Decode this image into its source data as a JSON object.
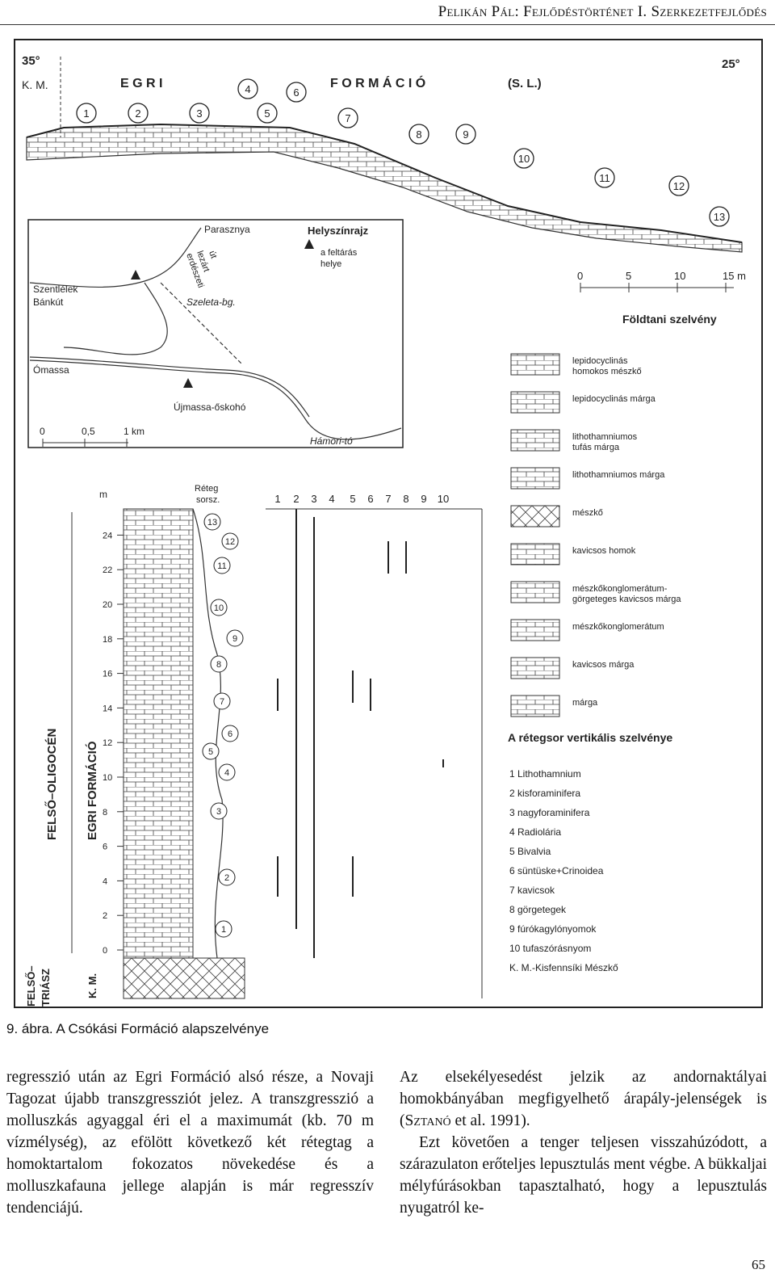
{
  "header": {
    "running_head": "Pelikán Pál: Fejlődéstörténet I. Szerkezetfejlődés"
  },
  "figure": {
    "top_profile": {
      "left_dip": "35°",
      "left_unit": "K. M.",
      "right_dip": "25°",
      "formation_word1": "E G R I",
      "formation_word2": "F O R M Á C I Ó",
      "formation_suffix": "(S. L.)",
      "bed_numbers": [
        "1",
        "2",
        "3",
        "4",
        "5",
        "6",
        "7",
        "8",
        "9",
        "10",
        "11",
        "12",
        "13"
      ],
      "scale_labels": [
        "0",
        "5",
        "10",
        "15 m"
      ],
      "title": "Földtani szelvény"
    },
    "location_map": {
      "title": "Helyszínrajz",
      "marker_text_1": "a feltárás",
      "marker_text_2": "helye",
      "places": {
        "parasznya": "Parasznya",
        "szentlelek_1": "Szentlélek",
        "szentlelek_2": "Bánkút",
        "road_1": "lezárt",
        "road_2": "erdészeti",
        "road_3": "út",
        "szeleta": "Szeleta-bg.",
        "omassa": "Ómassa",
        "ujmassa": "Újmassa-őskohó",
        "hamori": "Hámori-tó"
      },
      "scale_labels": [
        "0",
        "0,5",
        "1 km"
      ]
    },
    "legend": [
      {
        "label_1": "lepidocyclinás",
        "label_2": "homokos mészkő"
      },
      {
        "label_1": "lepidocyclinás márga",
        "label_2": ""
      },
      {
        "label_1": "lithothamniumos",
        "label_2": "tufás márga"
      },
      {
        "label_1": "lithothamniumos márga",
        "label_2": ""
      },
      {
        "label_1": "mészkő",
        "label_2": ""
      },
      {
        "label_1": "kavicsos homok",
        "label_2": ""
      },
      {
        "label_1": "mészkőkonglomerátum-",
        "label_2": "görgeteges kavicsos márga"
      },
      {
        "label_1": "mészkőkonglomerátum",
        "label_2": ""
      },
      {
        "label_1": "kavicsos márga",
        "label_2": ""
      },
      {
        "label_1": "márga",
        "label_2": ""
      }
    ],
    "vertical_section": {
      "title": "A rétegsor vertikális szelvénye",
      "unit_label": "m",
      "bed_header_1": "Réteg",
      "bed_header_2": "sorsz.",
      "depth_ticks": [
        "0",
        "2",
        "4",
        "6",
        "8",
        "10",
        "12",
        "14",
        "16",
        "18",
        "20",
        "22",
        "24"
      ],
      "column_numbers": [
        "1",
        "2",
        "3",
        "4",
        "5",
        "6",
        "7",
        "8",
        "9",
        "10"
      ],
      "bed_numbers": [
        "1",
        "2",
        "3",
        "4",
        "5",
        "6",
        "7",
        "8",
        "9",
        "10",
        "11",
        "12",
        "13"
      ],
      "series_label": "FELSŐ–OLIGOCÉN",
      "formation_label": "EGRI FORMÁCIÓ",
      "lower_label_1": "FELSŐ–",
      "lower_label_2": "TRIÁSZ",
      "lower_unit": "K. M.",
      "fossil_key": [
        "1  Lithothamnium",
        "2  kisforaminifera",
        "3  nagyforaminifera",
        "4  Radiolária",
        "5  Bivalvia",
        "6  süntüske+Crinoidea",
        "7  kavicsok",
        "8  görgetegek",
        "9  fúrókagylónyomok",
        "10  tufaszórásnyom",
        "K. M.-Kisfennsíki Mészkő"
      ]
    }
  },
  "caption": "9. ábra. A Csókási Formáció alapszelvénye",
  "body": {
    "left": "regresszió után az Egri Formáció alsó része, a Novaji Tagozat újabb transzgressziót jelez. A transzgresszió a molluszkás agyaggal éri el a maximumát (kb. 70 m vízmélység), az efölött következő két rétegtag a homoktartalom fokozatos növekedése és a molluszkafauna jellege alapján is már regresszív tendenciájú.",
    "right_p1_a": "Az elsekélyesedést jelzik az andornaktályai homokbányában megfigyelhető árapály-jelenségek is (",
    "right_p1_author": "Sztanó",
    "right_p1_b": " et al. 1991).",
    "right_p2": "Ezt követően a tenger teljesen visszahúzódott, a szárazulaton erőteljes lepusztulás ment végbe. A bükkaljai mélyfúrásokban tapasztalható, hogy a lepusztulás nyugatról ke-"
  },
  "page_number": "65"
}
